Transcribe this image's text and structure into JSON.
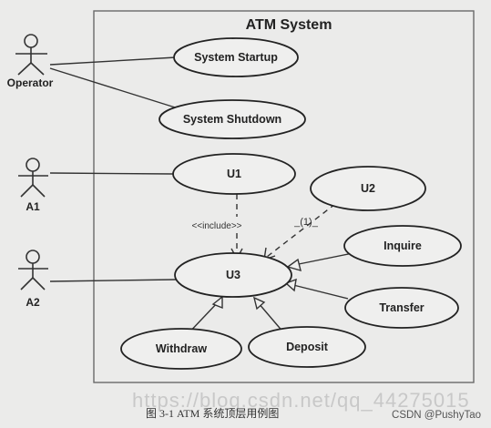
{
  "system": {
    "title": "ATM System"
  },
  "actors": {
    "operator": "Operator",
    "a1": "A1",
    "a2": "A2"
  },
  "use_cases": {
    "startup": "System Startup",
    "shutdown": "System Shutdown",
    "u1": "U1",
    "u2": "U2",
    "u3": "U3",
    "inquire": "Inquire",
    "transfer": "Transfer",
    "withdraw": "Withdraw",
    "deposit": "Deposit"
  },
  "relations": {
    "include_label": "<<include>>",
    "blank_label": "_(1)_"
  },
  "caption": "图 3-1    ATM 系统顶层用例图",
  "watermark": "https://blog.csdn.net/qq_44275015",
  "credit": "CSDN @PushyTao"
}
